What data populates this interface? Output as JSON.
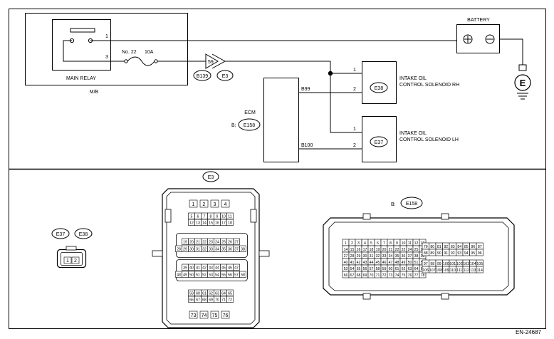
{
  "frame": {
    "code": "EN-24687"
  },
  "circuit": {
    "main_relay": {
      "label": "MAIN RELAY",
      "pin_1": "1",
      "pin_3": "3"
    },
    "mb_label": "M/B",
    "fuse": {
      "number": "No. 22",
      "rating": "10A"
    },
    "joint_connector": {
      "pin": "59",
      "tag_1": "B139",
      "tag_2": "E3"
    },
    "battery": {
      "label": "BATTERY"
    },
    "ground": {
      "symbol": "E"
    },
    "ecm": {
      "label": "ECM",
      "connector_prefix": "B:",
      "connector": "E158",
      "pin_rh": "B99",
      "pin_lh": "B100"
    },
    "solenoid_rh": {
      "connector": "E38",
      "line_1": "INTAKE OIL",
      "line_2": "CONTROL SOLENOID RH",
      "pin_1": "1",
      "pin_2": "2"
    },
    "solenoid_lh": {
      "connector": "E37",
      "line_1": "INTAKE OIL",
      "line_2": "CONTROL SOLENOID LH",
      "pin_1": "1",
      "pin_2": "2"
    }
  },
  "connectors": {
    "e3": {
      "tag": "E3",
      "rows": [
        [
          "1",
          "2",
          "3",
          "4"
        ],
        [
          "5",
          "6",
          "7",
          "8",
          "9",
          "10",
          "11"
        ],
        [
          "12",
          "13",
          "14",
          "15",
          "16",
          "17",
          "18"
        ],
        [
          "19",
          "20",
          "21",
          "22",
          "23",
          "24",
          "25",
          "26",
          "27"
        ],
        [
          "28",
          "29",
          "30",
          "31",
          "32",
          "33",
          "34",
          "35",
          "36",
          "37",
          "38"
        ],
        [
          "39",
          "40",
          "41",
          "42",
          "43",
          "44",
          "45",
          "46",
          "47"
        ],
        [
          "48",
          "49",
          "50",
          "51",
          "52",
          "53",
          "54",
          "55",
          "56",
          "57",
          "58"
        ],
        [
          "59",
          "60",
          "61",
          "62",
          "63",
          "64",
          "65"
        ],
        [
          "66",
          "67",
          "68",
          "69",
          "70",
          "71",
          "72"
        ],
        [
          "73",
          "74",
          "75",
          "76"
        ]
      ]
    },
    "e37_e38": {
      "tag_1": "E37",
      "tag_2": "E38",
      "pins": [
        "1",
        "2"
      ]
    },
    "e158": {
      "prefix": "B:",
      "tag": "E158",
      "left_rows": [
        [
          "1",
          "2",
          "3",
          "4",
          "5",
          "6",
          "7",
          "8",
          "9",
          "10",
          "11",
          "12",
          "13"
        ],
        [
          "14",
          "15",
          "16",
          "17",
          "18",
          "19",
          "20",
          "21",
          "22",
          "23",
          "24",
          "25",
          "26"
        ],
        [
          "27",
          "28",
          "29",
          "30",
          "31",
          "32",
          "33",
          "34",
          "35",
          "36",
          "37",
          "38",
          "39"
        ],
        [
          "40",
          "41",
          "42",
          "43",
          "44",
          "45",
          "46",
          "47",
          "48",
          "49",
          "50",
          "51",
          "52"
        ],
        [
          "53",
          "54",
          "55",
          "56",
          "57",
          "58",
          "59",
          "60",
          "61",
          "62",
          "63",
          "64",
          "65"
        ],
        [
          "66",
          "67",
          "68",
          "69",
          "70",
          "71",
          "72",
          "73",
          "74",
          "75",
          "76",
          "77",
          "78"
        ]
      ],
      "right_rows": [
        [
          "79",
          "80",
          "81",
          "82",
          "83",
          "84",
          "85",
          "86",
          "87"
        ],
        [
          "88",
          "89",
          "90",
          "91",
          "92",
          "93",
          "94",
          "95",
          "96"
        ],
        [
          "97",
          "98",
          "99",
          "100",
          "101",
          "102",
          "103",
          "104",
          "105"
        ],
        [
          "106",
          "107",
          "108",
          "109",
          "110",
          "111",
          "112",
          "113",
          "114"
        ]
      ]
    }
  }
}
